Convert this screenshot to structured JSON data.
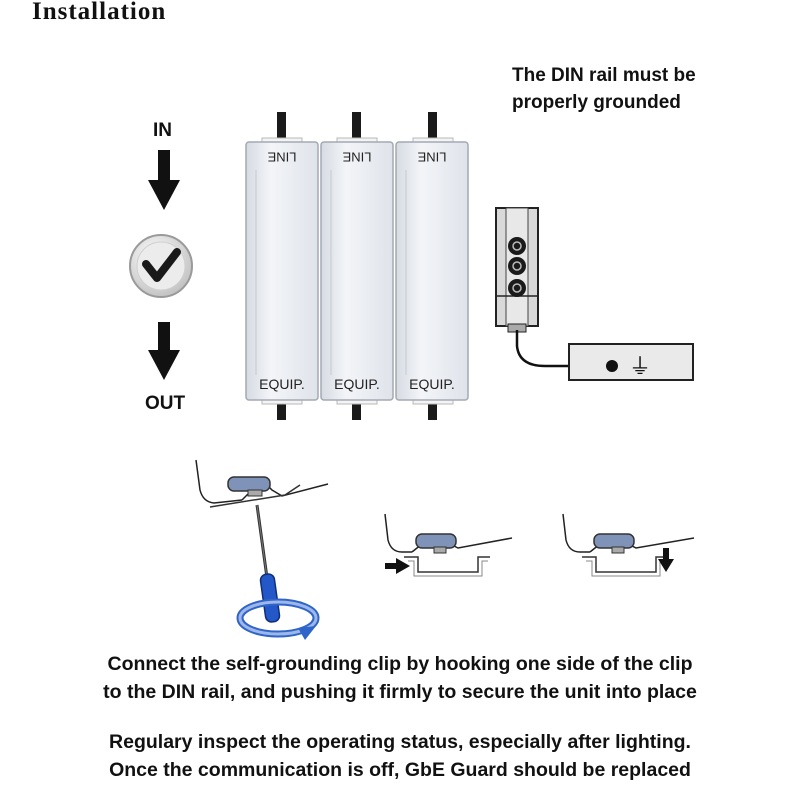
{
  "title": "Installation",
  "ground_note": {
    "line1": "The DIN rail must be",
    "line2": "properly grounded"
  },
  "flow": {
    "in_label": "IN",
    "out_label": "OUT"
  },
  "modules": [
    {
      "top_label": "LINE",
      "bottom_label": "EQUIP."
    },
    {
      "top_label": "LINE",
      "bottom_label": "EQUIP."
    },
    {
      "top_label": "LINE",
      "bottom_label": "EQUIP."
    }
  ],
  "ground_symbol": "⏚",
  "icons": [
    "check-icon",
    "arrow-down-icon",
    "screwdriver-icon",
    "rotate-arrow-icon",
    "push-arrow-icon",
    "ground-icon"
  ],
  "caption_install": {
    "line1": "Connect the self-grounding clip by hooking one side of the clip",
    "line2": "to the DIN rail, and pushing it firmly to secure the unit into place"
  },
  "caption_inspect": {
    "line1": "Regulary inspect the operating status, especially after lighting.",
    "line2": "Once the communication is off, GbE Guard should be replaced"
  },
  "colors": {
    "module_fill": "#e9ecf1",
    "clip_blue": "#7f93b9",
    "screwdriver_blue": "#2457c8",
    "terminal_gray": "#dadada",
    "rail_fill": "#eaeaea"
  }
}
